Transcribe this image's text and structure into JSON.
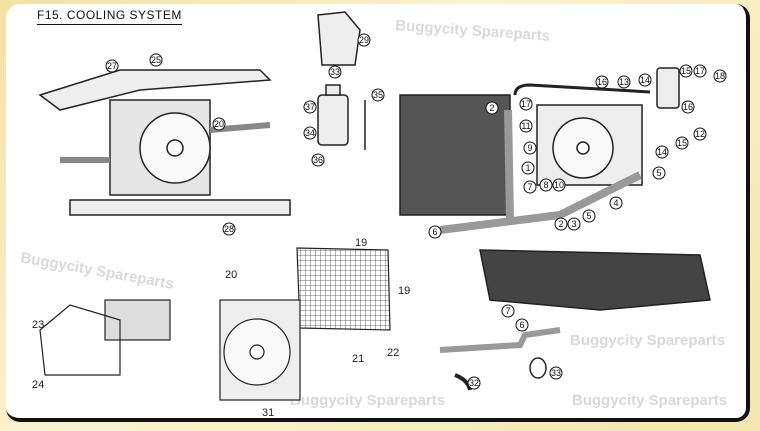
{
  "title": "F15. COOLING SYSTEM",
  "watermark": "Buggycity Spareparts",
  "callouts_circled": [
    "27",
    "25",
    "20",
    "28",
    "29",
    "33",
    "37",
    "34",
    "35",
    "36",
    "2",
    "17",
    "11",
    "9",
    "1",
    "7",
    "8",
    "10",
    "2",
    "3",
    "5",
    "4",
    "6",
    "16",
    "13",
    "14",
    "15",
    "17",
    "18",
    "16",
    "12",
    "14",
    "15",
    "5",
    "6",
    "7",
    "32",
    "33"
  ],
  "callouts_plain": [
    "19",
    "19",
    "20",
    "21",
    "22",
    "23",
    "24",
    "31"
  ]
}
